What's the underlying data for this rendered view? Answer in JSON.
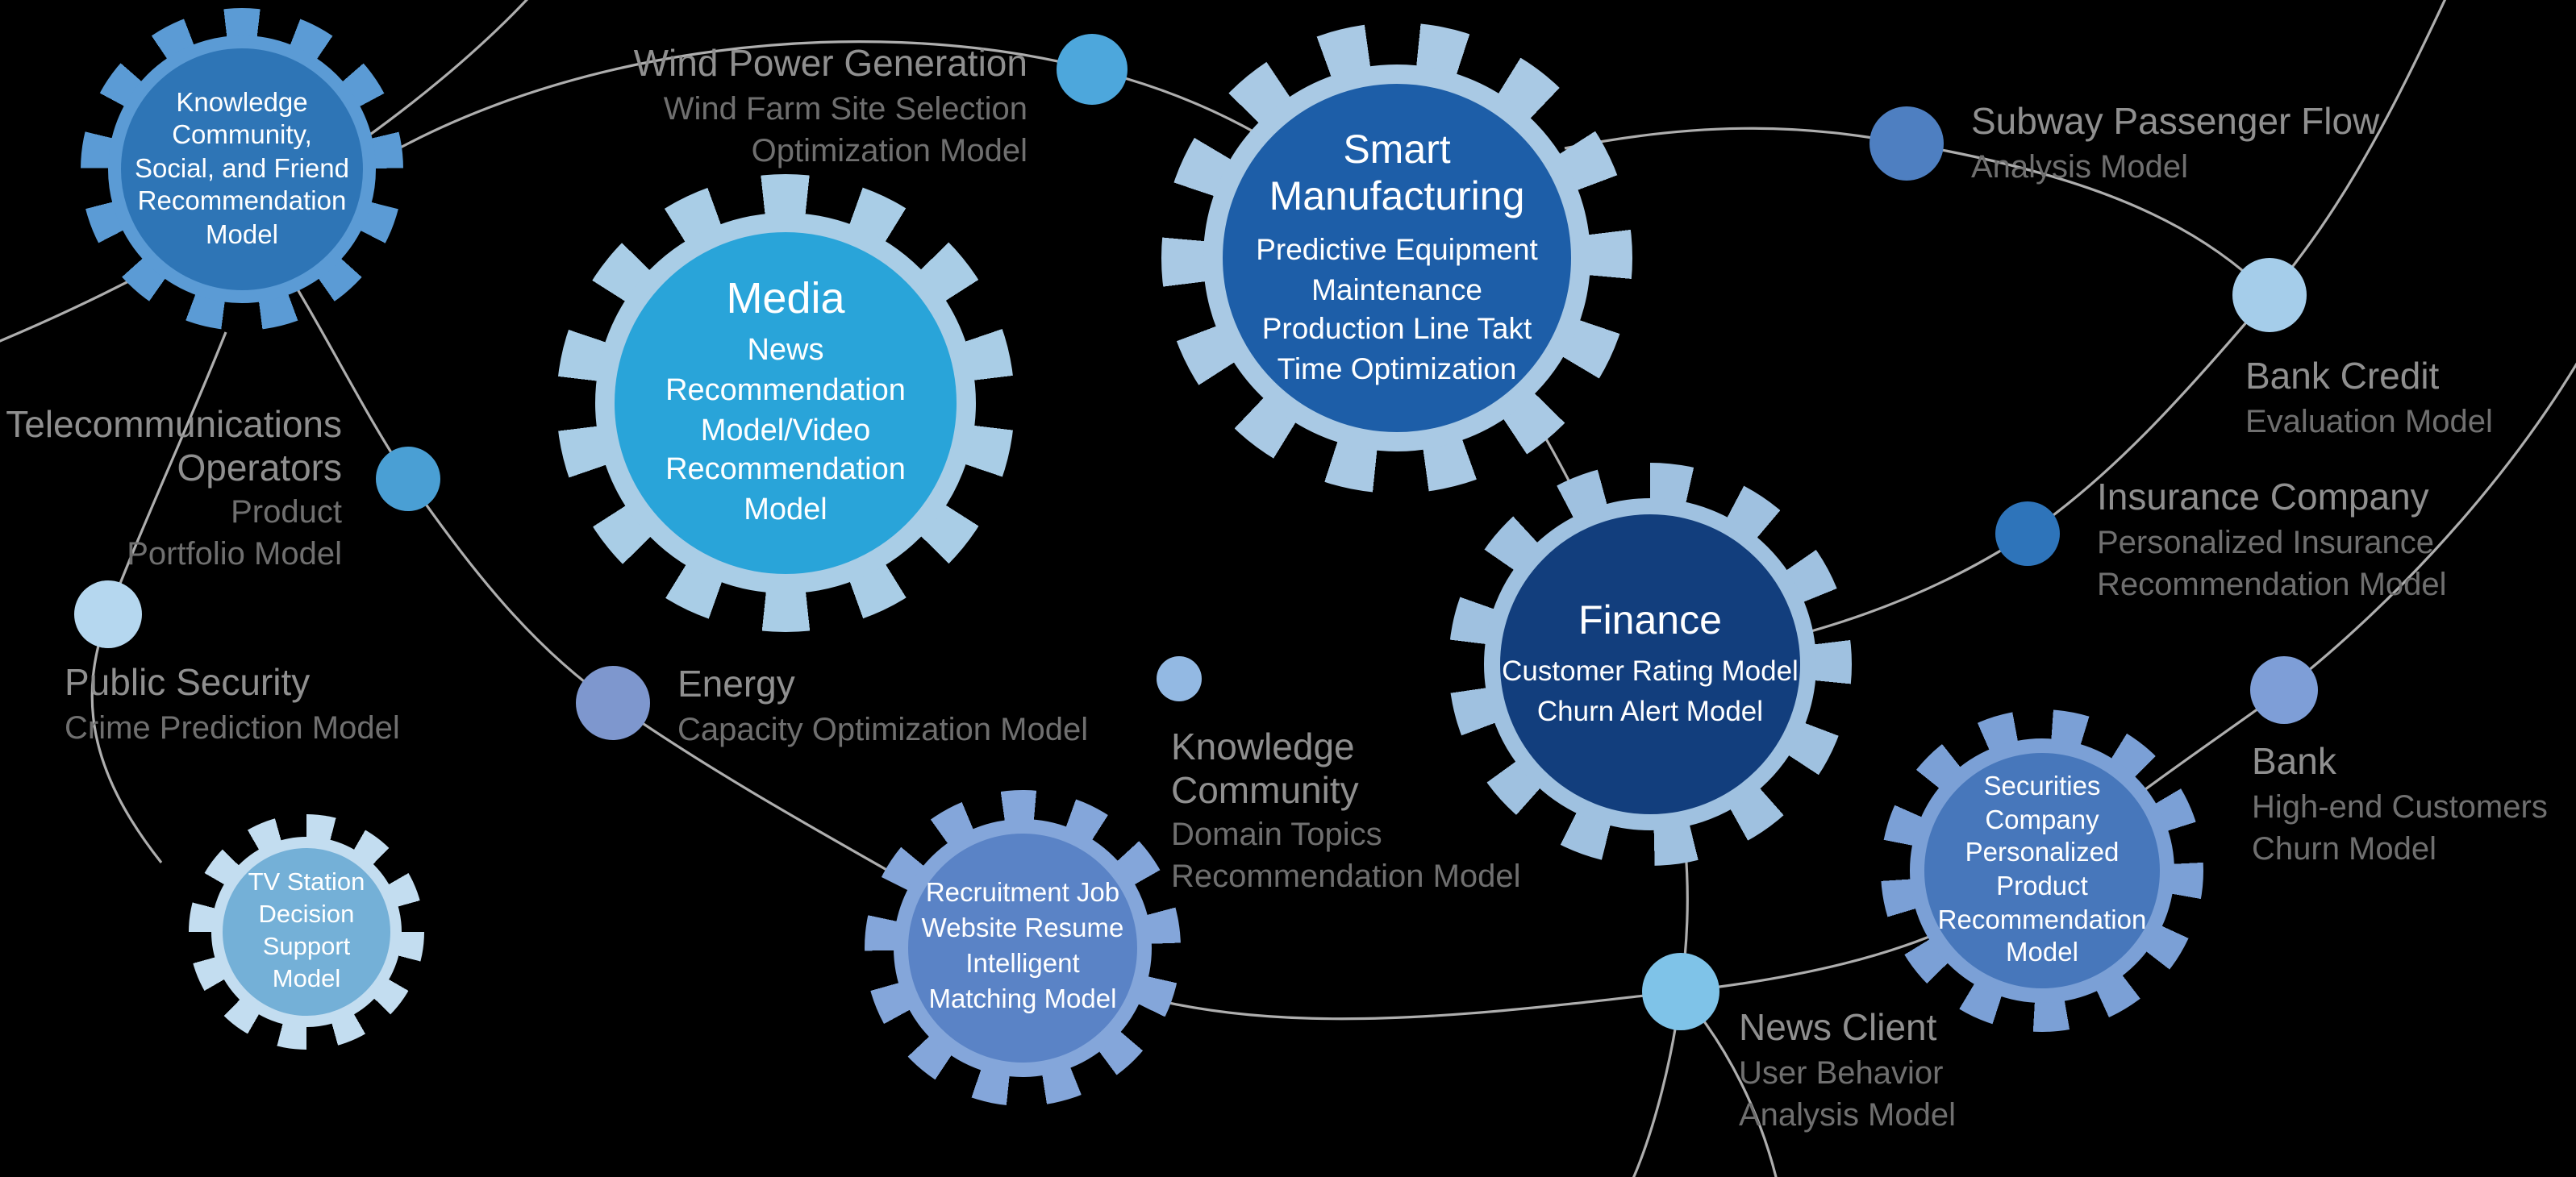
{
  "palette": {
    "background": "#000000",
    "curve": "#cccccc",
    "label_title": "#8f8f8f",
    "label_sub": "#6f6f6f",
    "gear_text": "#ffffff"
  },
  "gears": [
    {
      "id": "knowledge-community",
      "title": "",
      "lines": "Knowledge\nCommunity,\nSocial, and Friend\nRecommendation\nModel",
      "body_color": "#2e75b6",
      "ring_color": "#5b9bd5"
    },
    {
      "id": "media",
      "title": "Media",
      "lines": "News\nRecommendation\nModel/Video\nRecommendation\nModel",
      "body_color": "#29a4d9",
      "ring_color": "#a9cde6"
    },
    {
      "id": "smart-manufacturing",
      "title": "Smart\nManufacturing",
      "lines": "Predictive Equipment\nMaintenance\nProduction Line Takt\nTime Optimization",
      "body_color": "#1d5ea8",
      "ring_color": "#a9c9e4"
    },
    {
      "id": "finance",
      "title": "Finance",
      "lines": "Customer Rating Model\nChurn Alert Model",
      "body_color": "#123e7d",
      "ring_color": "#9fc1e0"
    },
    {
      "id": "securities-company",
      "title": "",
      "lines": "Securities\nCompany\nPersonalized\nProduct\nRecommendation\nModel",
      "body_color": "#4777bb",
      "ring_color": "#7ba0d6"
    },
    {
      "id": "recruitment",
      "title": "",
      "lines": "Recruitment Job\nWebsite Resume\nIntelligent\nMatching Model",
      "body_color": "#5a83c6",
      "ring_color": "#84a6da"
    },
    {
      "id": "tv-station",
      "title": "",
      "lines": "TV Station\nDecision\nSupport\nModel",
      "body_color": "#74b0d7",
      "ring_color": "#c3ddf0"
    }
  ],
  "labels": [
    {
      "id": "wind-power-generation",
      "title": "Wind Power Generation",
      "sub": "Wind Farm Site Selection\nOptimization Model"
    },
    {
      "id": "subway-passenger-flow",
      "title": "Subway Passenger Flow",
      "sub": "Analysis Model"
    },
    {
      "id": "telecommunications-operators",
      "title": "Telecommunications\nOperators",
      "sub": "Product\nPortfolio Model"
    },
    {
      "id": "public-security",
      "title": "Public Security",
      "sub": "Crime Prediction Model"
    },
    {
      "id": "energy",
      "title": "Energy",
      "sub": "Capacity Optimization Model"
    },
    {
      "id": "knowledge-community",
      "title": "Knowledge\nCommunity",
      "sub": "Domain Topics\nRecommendation Model"
    },
    {
      "id": "bank-credit",
      "title": "Bank Credit",
      "sub": "Evaluation Model"
    },
    {
      "id": "insurance-company",
      "title": "Insurance Company",
      "sub": "Personalized Insurance\nRecommendation Model"
    },
    {
      "id": "bank",
      "title": "Bank",
      "sub": "High-end Customers\nChurn Model"
    },
    {
      "id": "news-client",
      "title": "News Client",
      "sub": "User Behavior\nAnalysis Model"
    }
  ],
  "nodes": [
    {
      "id": "node-wind-power",
      "color": "#4da7dc"
    },
    {
      "id": "node-subway",
      "color": "#4e7fc1"
    },
    {
      "id": "node-telecom",
      "color": "#4a9fd4"
    },
    {
      "id": "node-public-security",
      "color": "#b5d7ef"
    },
    {
      "id": "node-energy",
      "color": "#7e97ce"
    },
    {
      "id": "node-knowledge-community",
      "color": "#93b9e3"
    },
    {
      "id": "node-bank-credit",
      "color": "#a5cdea"
    },
    {
      "id": "node-insurance",
      "color": "#2e74ba"
    },
    {
      "id": "node-bank",
      "color": "#7e9ed7"
    },
    {
      "id": "node-news-client",
      "color": "#7fc3e8"
    }
  ]
}
